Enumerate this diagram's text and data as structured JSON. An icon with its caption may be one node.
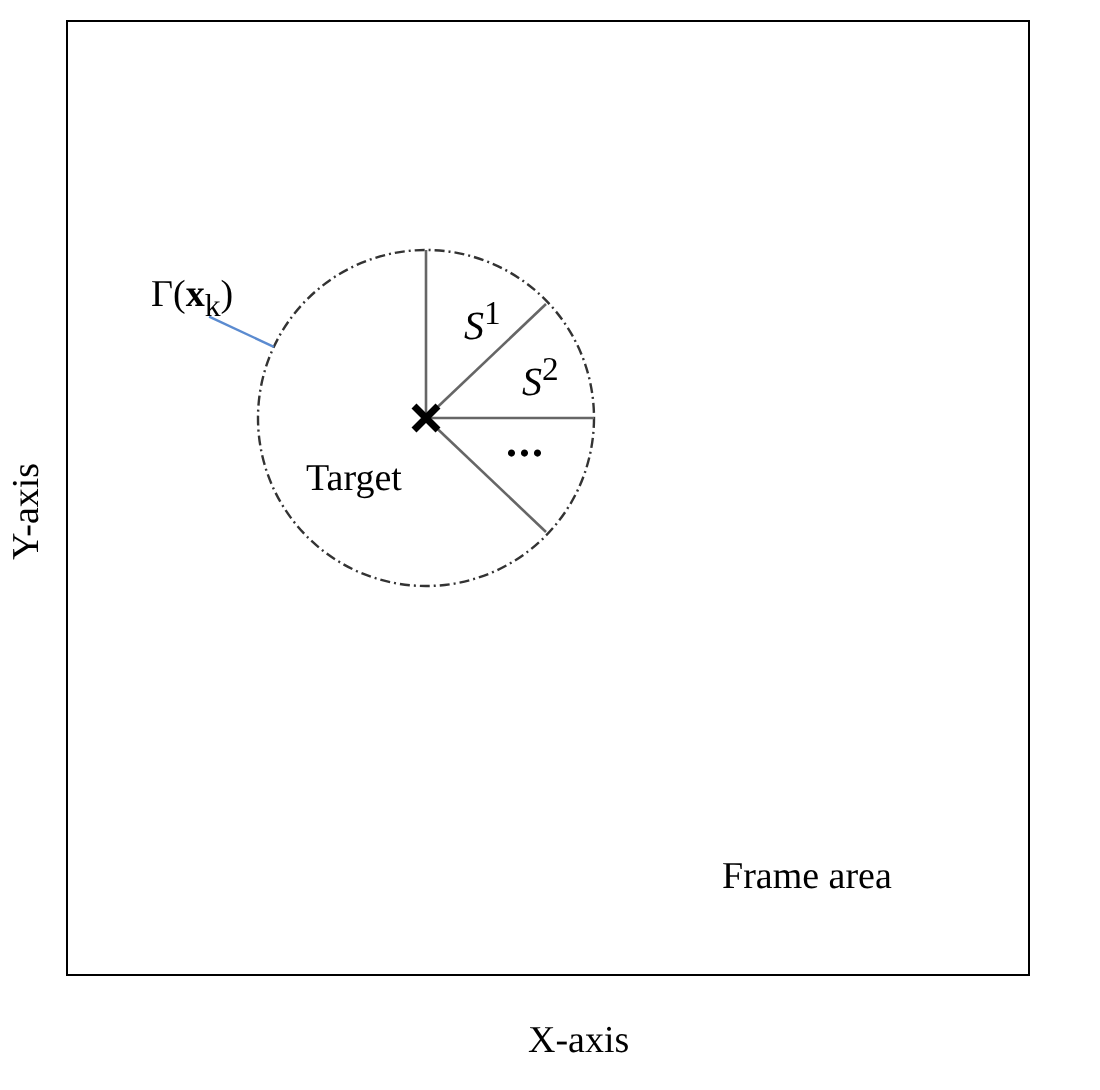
{
  "diagram": {
    "nodes": [
      {
        "text": [
          "Frame area"
        ]
      },
      {
        "text": [
          "Γ(**x**$_{k}$)"
        ],
        "in": 0
      },
      {
        "text": [],
        "shape": "circle",
        "in": 0
      }
    ],
    "edges": [
      {
        "from": 1,
        "to": 2,
        "arrow": "none",
        "color": "#5b8bd0"
      }
    ],
    "labels": [
      "*S*$^{1}$",
      "*S*$^{2}$",
      "...",
      "Target",
      "Y-axis",
      "X-axis"
    ]
  }
}
